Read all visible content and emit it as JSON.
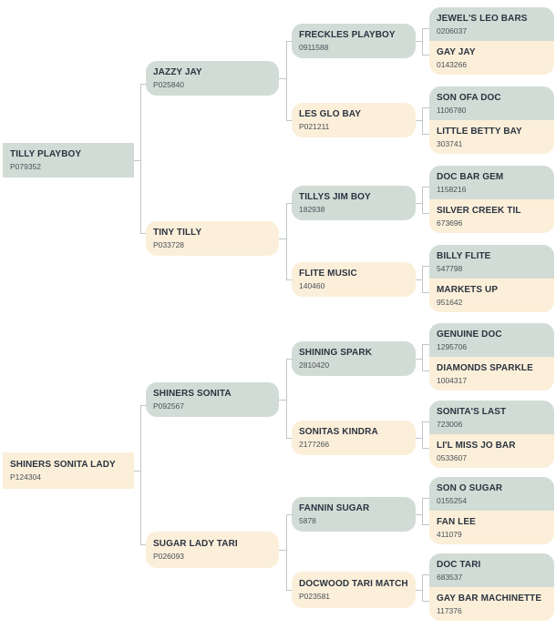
{
  "gen1": [
    {
      "name": "TILLY PLAYBOY",
      "reg": "P079352",
      "side": "sire"
    },
    {
      "name": "SHINERS SONITA LADY",
      "reg": "P124304",
      "side": "dam"
    }
  ],
  "gen2": [
    {
      "name": "JAZZY JAY",
      "reg": "P025840",
      "side": "sire"
    },
    {
      "name": "TINY TILLY",
      "reg": "P033728",
      "side": "dam"
    },
    {
      "name": "SHINERS SONITA",
      "reg": "P092567",
      "side": "sire"
    },
    {
      "name": "SUGAR LADY TARI",
      "reg": "P026093",
      "side": "dam"
    }
  ],
  "gen3": [
    {
      "name": "FRECKLES PLAYBOY",
      "reg": "0911588",
      "side": "sire"
    },
    {
      "name": "LES GLO BAY",
      "reg": "P021211",
      "side": "dam"
    },
    {
      "name": "TILLYS JIM BOY",
      "reg": "182938",
      "side": "sire"
    },
    {
      "name": "FLITE MUSIC",
      "reg": "140460",
      "side": "dam"
    },
    {
      "name": "SHINING SPARK",
      "reg": "2810420",
      "side": "sire"
    },
    {
      "name": "SONITAS KINDRA",
      "reg": "2177266",
      "side": "dam"
    },
    {
      "name": "FANNIN SUGAR",
      "reg": "5878",
      "side": "sire"
    },
    {
      "name": "DOCWOOD TARI MATCH",
      "reg": "P023581",
      "side": "dam"
    }
  ],
  "gen4": [
    {
      "name": "JEWEL'S LEO BARS",
      "reg": "0206037",
      "side": "sire"
    },
    {
      "name": "GAY JAY",
      "reg": "0143266",
      "side": "dam"
    },
    {
      "name": "SON OFA DOC",
      "reg": "1106780",
      "side": "sire"
    },
    {
      "name": "LITTLE BETTY BAY",
      "reg": "303741",
      "side": "dam"
    },
    {
      "name": "DOC BAR GEM",
      "reg": "1158216",
      "side": "sire"
    },
    {
      "name": "SILVER CREEK TIL",
      "reg": "673696",
      "side": "dam"
    },
    {
      "name": "BILLY FLITE",
      "reg": "547798",
      "side": "sire"
    },
    {
      "name": "MARKETS UP",
      "reg": "951642",
      "side": "dam"
    },
    {
      "name": "GENUINE DOC",
      "reg": "1295706",
      "side": "sire"
    },
    {
      "name": "DIAMONDS SPARKLE",
      "reg": "1004317",
      "side": "dam"
    },
    {
      "name": "SONITA'S LAST",
      "reg": "723006",
      "side": "sire"
    },
    {
      "name": "LI'L MISS JO BAR",
      "reg": "0533607",
      "side": "dam"
    },
    {
      "name": "SON O SUGAR",
      "reg": "0155254",
      "side": "sire"
    },
    {
      "name": "FAN LEE",
      "reg": "411079",
      "side": "dam"
    },
    {
      "name": "DOC TARI",
      "reg": "683537",
      "side": "sire"
    },
    {
      "name": "GAY BAR MACHINETTE",
      "reg": "117376",
      "side": "dam"
    }
  ]
}
